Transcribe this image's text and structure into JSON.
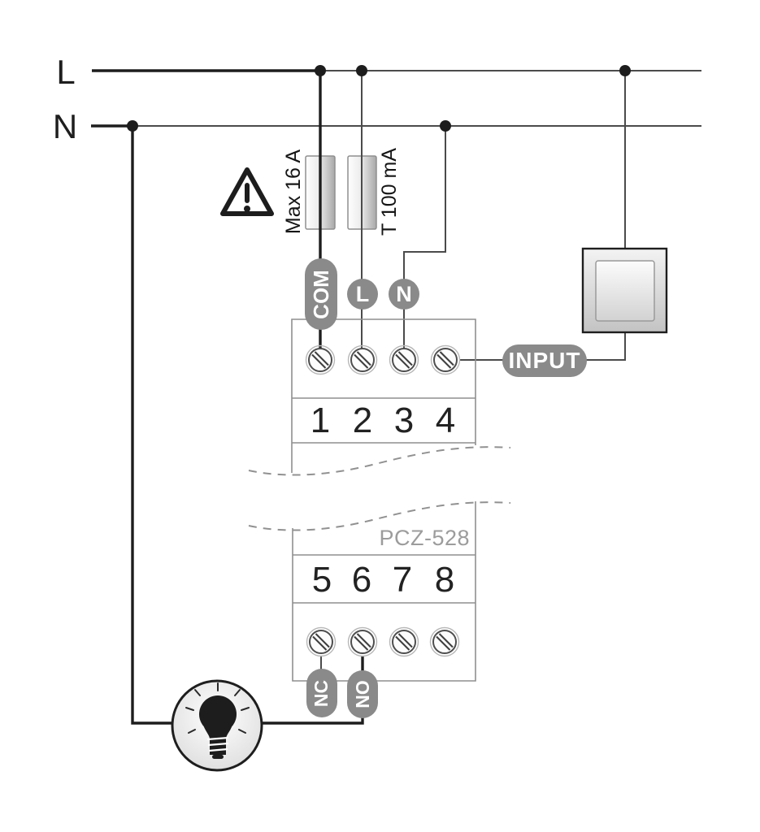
{
  "power": {
    "live_label": "L",
    "neutral_label": "N"
  },
  "protection": {
    "relay_fuse_label": "Max 16 A",
    "control_fuse_label": "T 100 mA"
  },
  "terminal_badges": {
    "com": "COM",
    "live": "L",
    "neutral": "N",
    "input": "INPUT",
    "nc": "NC",
    "no": "NO"
  },
  "device": {
    "model": "PCZ-528",
    "top_terminals": [
      "1",
      "2",
      "3",
      "4"
    ],
    "bottom_terminals": [
      "5",
      "6",
      "7",
      "8"
    ]
  },
  "icons": {
    "warning": "warning-triangle-icon",
    "switch": "wall-switch-icon",
    "load": "light-bulb-icon",
    "screw": "terminal-screw-icon"
  },
  "colors": {
    "ink": "#1d1d1d",
    "wire": "#4b4b4b",
    "outline": "#8f8f8f",
    "badge": "#8a8a8a",
    "dash": "#919191",
    "muted": "#9c9c9c",
    "paper": "#ffffff"
  }
}
